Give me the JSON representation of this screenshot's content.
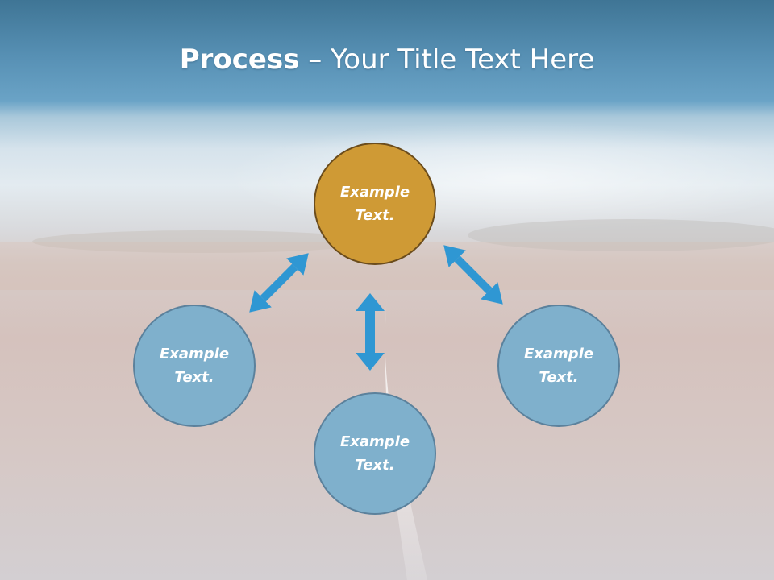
{
  "title": {
    "strong": "Process",
    "rest": " – Your Title Text Here"
  },
  "nodes": {
    "center_top": "Example Text.",
    "left": "Example Text.",
    "bottom": "Example Text.",
    "right": "Example Text."
  },
  "colors": {
    "center_fill": "#cf9a35",
    "center_border": "#6b4c1c",
    "satellite_fill": "#7fb0cc",
    "satellite_border": "#5b819c",
    "arrow": "#2f97d3"
  },
  "icons": {
    "connectors": "double-headed-arrow"
  }
}
